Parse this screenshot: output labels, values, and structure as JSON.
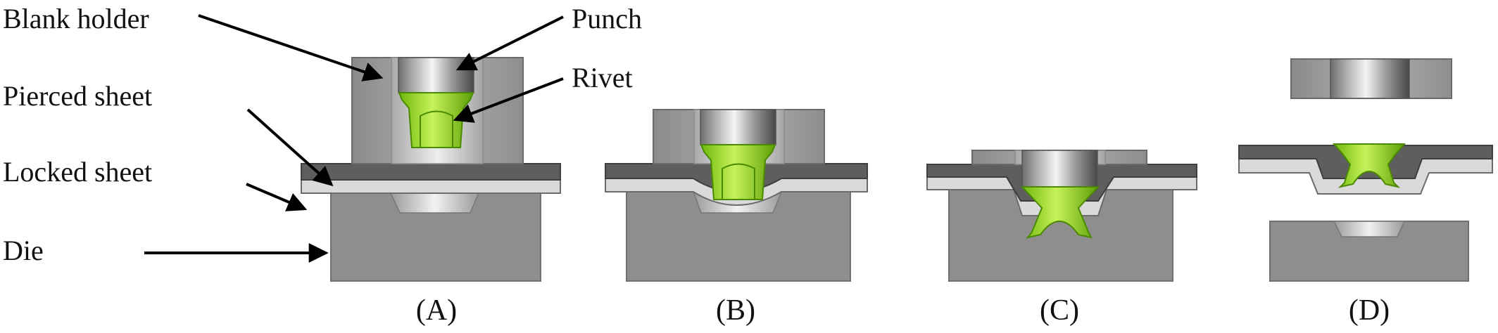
{
  "labels": {
    "blank_holder": "Blank holder",
    "punch": "Punch",
    "rivet": "Rivet",
    "pierced_sheet": "Pierced sheet",
    "locked_sheet": "Locked sheet",
    "die": "Die"
  },
  "stages": [
    {
      "caption": "(A)"
    },
    {
      "caption": "(B)"
    },
    {
      "caption": "(C)"
    },
    {
      "caption": "(D)"
    }
  ],
  "colors": {
    "rivet": "#8fd61a",
    "holder": "#9a9a9a",
    "die": "#8c8c8c",
    "pierced_sheet": "#5e5e5e",
    "locked_sheet": "#d8d8d8",
    "arrow": "#000000"
  }
}
